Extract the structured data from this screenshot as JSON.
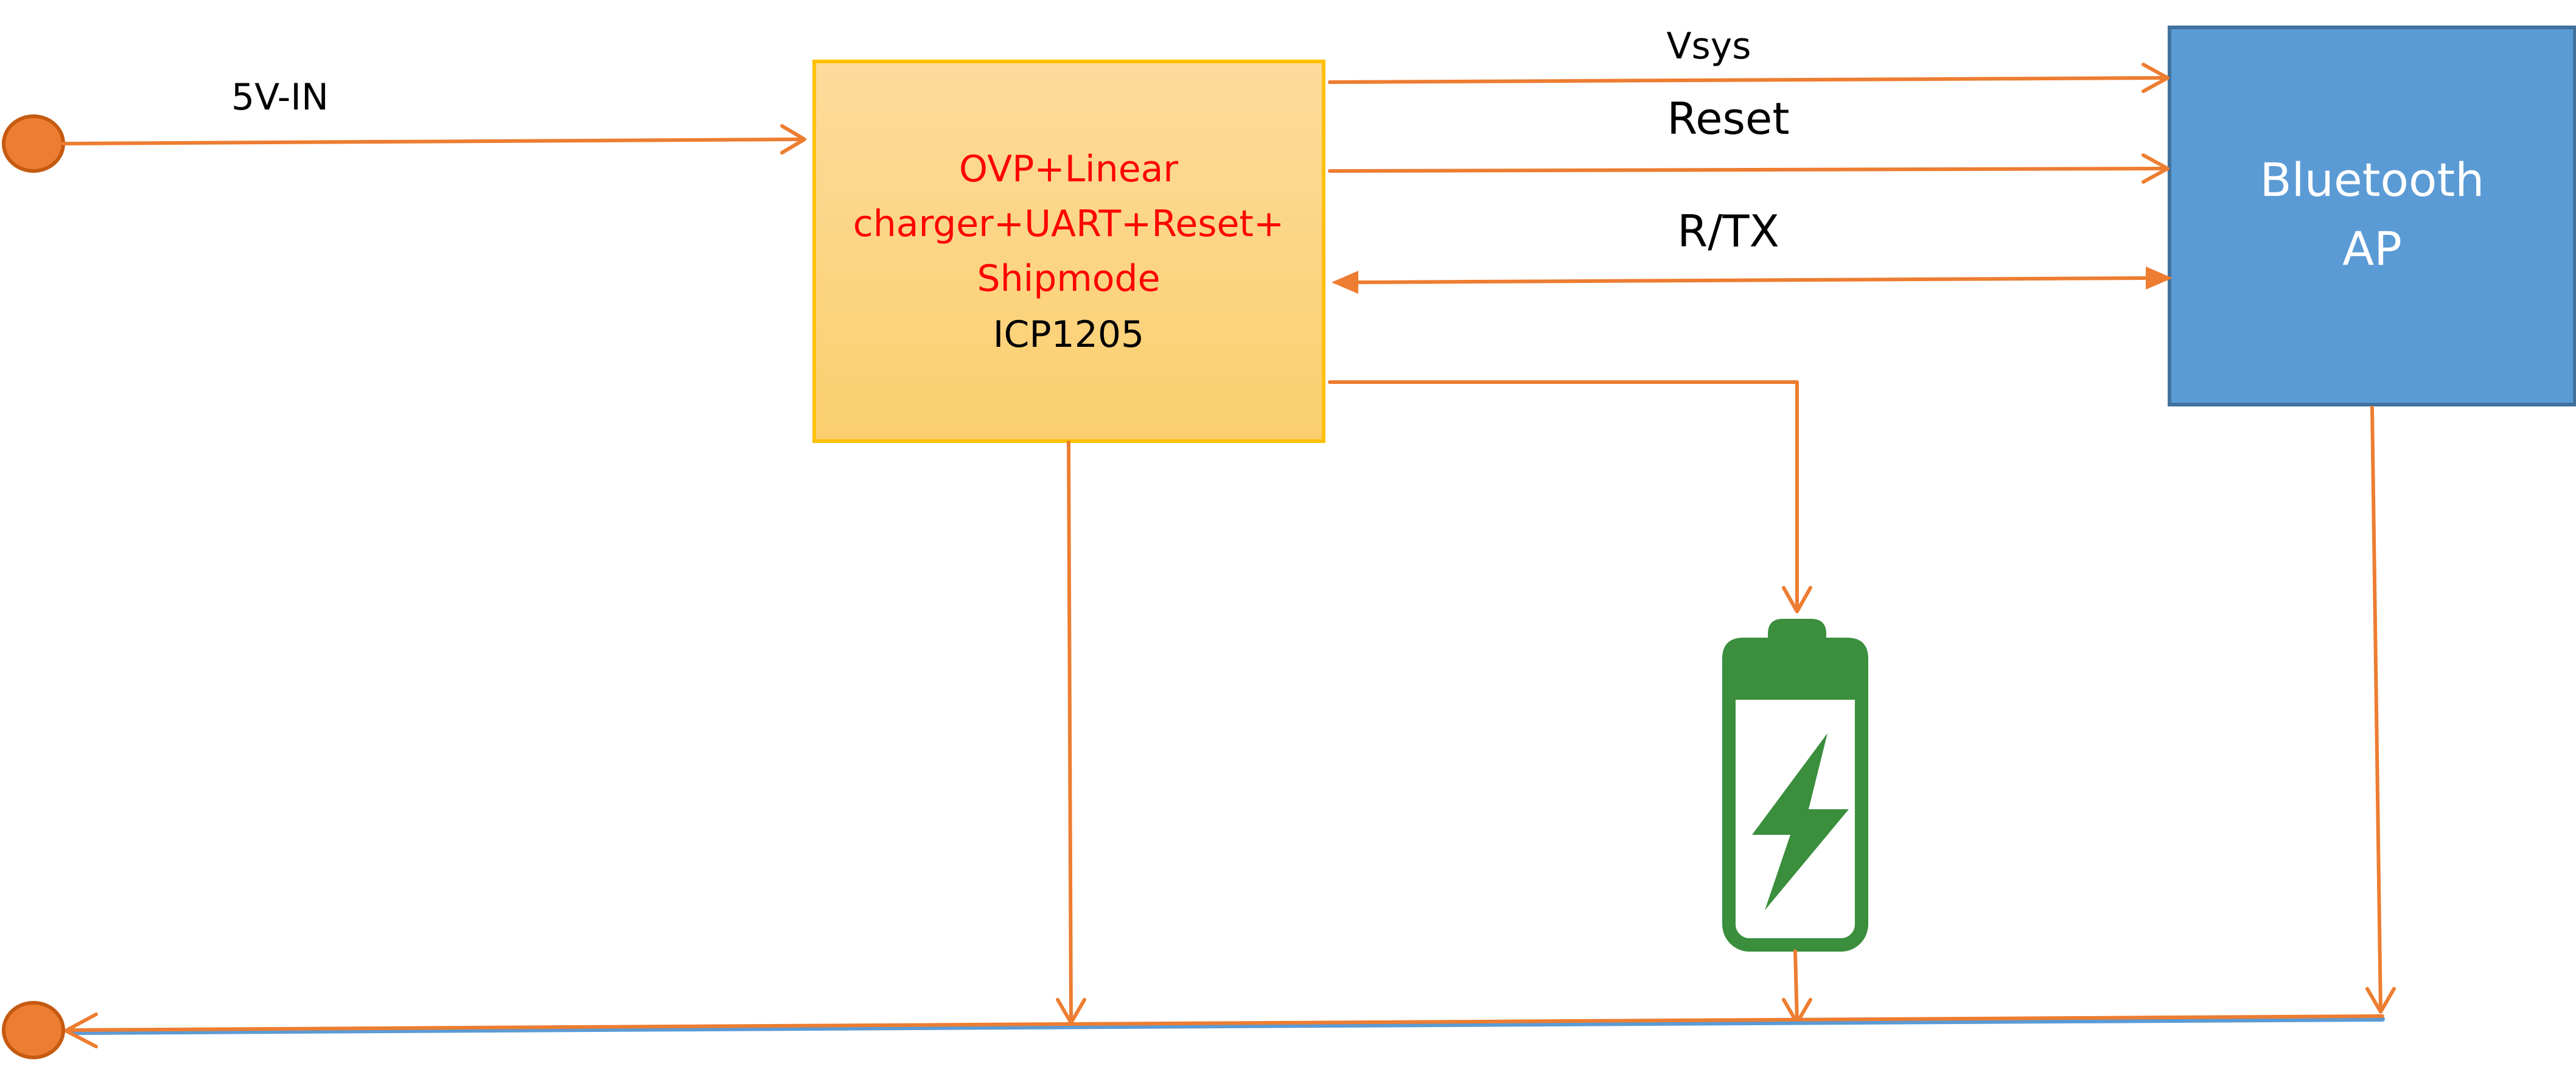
{
  "colors": {
    "wire": "#ED7D31",
    "ground_line": "#5B9BD5",
    "terminal_fill": "#ED7D31",
    "terminal_stroke": "#C55A11",
    "charger_fill_top": "#FDDB9B",
    "charger_fill_bottom": "#FBCF6E",
    "charger_border": "#FFC000",
    "charger_text_primary": "#FF0000",
    "charger_text_secondary": "#000000",
    "bluetooth_fill": "#5B9BD5",
    "bluetooth_border": "#41719C",
    "bluetooth_text": "#FFFFFF",
    "battery": "#3A8E3C"
  },
  "labels": {
    "input": "5V-IN",
    "vsys": "Vsys",
    "reset": "Reset",
    "rtx": "R/TX"
  },
  "charger_block": {
    "lines": [
      "OVP+Linear",
      "charger+UART+Reset+",
      "Shipmode"
    ],
    "part_number": "ICP1205"
  },
  "bluetooth_block": {
    "lines": [
      "Bluetooth",
      "AP"
    ]
  },
  "icons": {
    "battery": "battery-charging-icon",
    "input_terminal": "terminal-circle-icon",
    "ground_terminal": "terminal-circle-icon"
  }
}
